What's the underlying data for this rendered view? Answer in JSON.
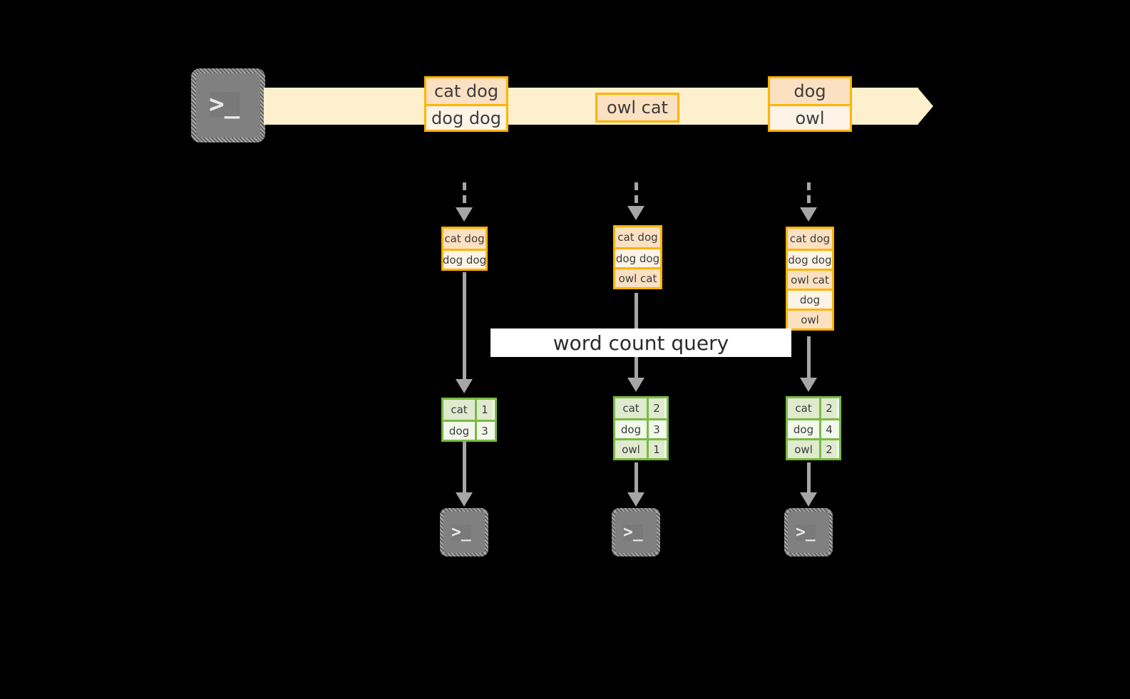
{
  "diagram": {
    "title_label": "word count query",
    "colors": {
      "background": "#000000",
      "stream_fill": "#fdf0cd",
      "message_border": "#ffb300",
      "message_row_dark": "#fbe0c2",
      "message_row_light": "#fdf3e7",
      "table_border": "#7aba43",
      "table_row_dark": "#dfeacf",
      "table_row_light": "#f2f8ec",
      "connector": "#a6a6a6",
      "terminal_fill": "#808080",
      "label_band": "#ffffff"
    },
    "source_terminal": {
      "icon": "terminal-icon",
      "glyph": ">_"
    },
    "stream": {
      "messages": [
        {
          "rows": [
            "cat dog",
            "dog dog"
          ]
        },
        {
          "rows": [
            "owl cat"
          ]
        },
        {
          "rows": [
            "dog",
            "owl"
          ]
        }
      ]
    },
    "snapshots": [
      {
        "accumulated_rows": [
          "cat dog",
          "dog dog"
        ],
        "result": {
          "rows": [
            {
              "word": "cat",
              "count": "1"
            },
            {
              "word": "dog",
              "count": "3"
            }
          ]
        },
        "sink_terminal": {
          "icon": "terminal-icon",
          "glyph": ">_"
        }
      },
      {
        "accumulated_rows": [
          "cat dog",
          "dog dog",
          "owl cat"
        ],
        "result": {
          "rows": [
            {
              "word": "cat",
              "count": "2"
            },
            {
              "word": "dog",
              "count": "3"
            },
            {
              "word": "owl",
              "count": "1"
            }
          ]
        },
        "sink_terminal": {
          "icon": "terminal-icon",
          "glyph": ">_"
        }
      },
      {
        "accumulated_rows": [
          "cat dog",
          "dog dog",
          "owl cat",
          "dog",
          "owl"
        ],
        "result": {
          "rows": [
            {
              "word": "cat",
              "count": "2"
            },
            {
              "word": "dog",
              "count": "4"
            },
            {
              "word": "owl",
              "count": "2"
            }
          ]
        },
        "sink_terminal": {
          "icon": "terminal-icon",
          "glyph": ">_"
        }
      }
    ]
  }
}
